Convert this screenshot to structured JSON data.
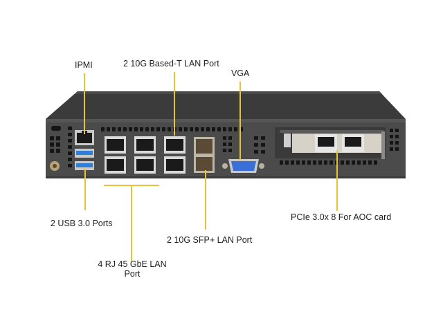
{
  "diagram": {
    "subject": "1U server rear panel",
    "callouts": {
      "ipmi": "IPMI",
      "ten_g_base_t": "2 10G Based-T LAN Port",
      "vga": "VGA",
      "usb": "2 USB 3.0 Ports",
      "sfp": "2 10G SFP+ LAN Port",
      "rj45_line1": "4 RJ 45 GbE LAN",
      "rj45_line2": "Port",
      "pcie": "PCIe 3.0x 8 For AOC card"
    },
    "colors": {
      "callout_line": "#e8c33a",
      "chassis_top": "#3a3a3a",
      "chassis_face": "#4a4a4a",
      "vga_connector": "#3a6fd8",
      "usb_port": "#2f7fd6",
      "text": "#1e1e1e"
    }
  }
}
